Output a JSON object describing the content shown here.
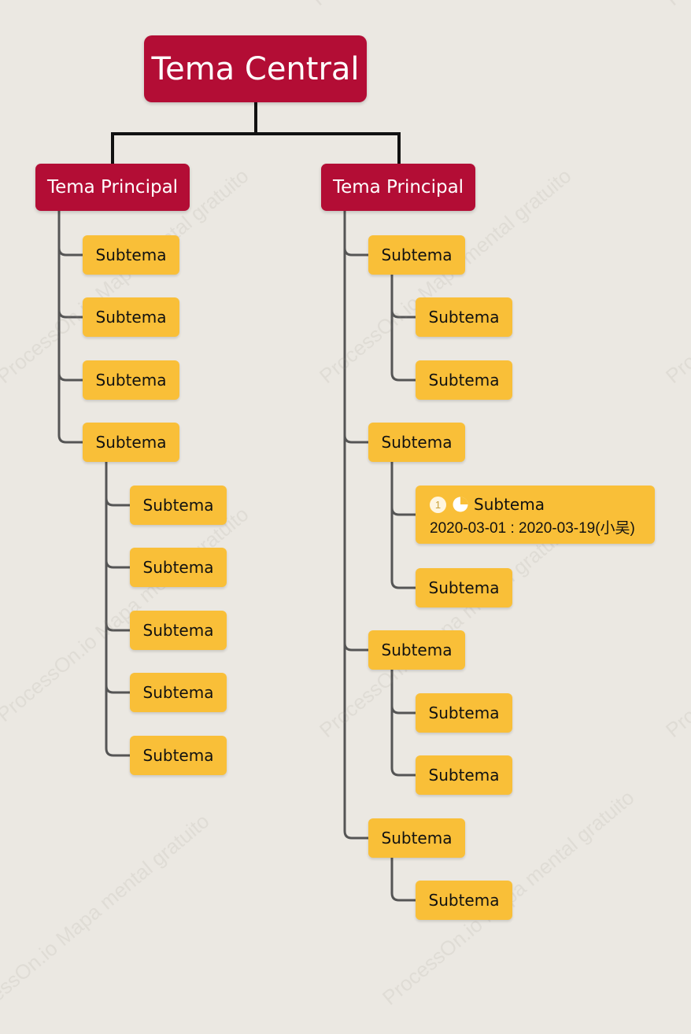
{
  "central": {
    "label": "Tema Central"
  },
  "main_left": {
    "label": "Tema Principal"
  },
  "main_right": {
    "label": "Tema Principal"
  },
  "subtopic_label": "Subtema",
  "rich_subtopic": {
    "priority": "1",
    "priority_icon": "priority-1-icon",
    "progress_icon": "progress-pie-icon",
    "progress": 0.75,
    "label": "Subtema",
    "date_range": "2020-03-01 : 2020-03-19(小吴)"
  },
  "watermark_text": "ProcessOn.io Mapa mental gratuito",
  "colors": {
    "background": "#ebe8e2",
    "main_topic": "#b30d35",
    "subtopic": "#f9bf38",
    "connector_main": "#111111",
    "connector_sub": "#555555"
  },
  "subtopics": [
    {
      "branch": "left",
      "depth": 1,
      "label": "Subtema"
    },
    {
      "branch": "left",
      "depth": 1,
      "label": "Subtema"
    },
    {
      "branch": "left",
      "depth": 1,
      "label": "Subtema"
    },
    {
      "branch": "left",
      "depth": 1,
      "label": "Subtema"
    },
    {
      "branch": "left",
      "depth": 2,
      "label": "Subtema"
    },
    {
      "branch": "left",
      "depth": 2,
      "label": "Subtema"
    },
    {
      "branch": "left",
      "depth": 2,
      "label": "Subtema"
    },
    {
      "branch": "left",
      "depth": 2,
      "label": "Subtema"
    },
    {
      "branch": "left",
      "depth": 2,
      "label": "Subtema"
    },
    {
      "branch": "right",
      "depth": 1,
      "label": "Subtema"
    },
    {
      "branch": "right",
      "depth": 2,
      "label": "Subtema"
    },
    {
      "branch": "right",
      "depth": 2,
      "label": "Subtema"
    },
    {
      "branch": "right",
      "depth": 1,
      "label": "Subtema"
    },
    {
      "branch": "right",
      "depth": 2,
      "label": "Subtema"
    },
    {
      "branch": "right",
      "depth": 1,
      "label": "Subtema"
    },
    {
      "branch": "right",
      "depth": 2,
      "label": "Subtema"
    },
    {
      "branch": "right",
      "depth": 2,
      "label": "Subtema"
    },
    {
      "branch": "right",
      "depth": 1,
      "label": "Subtema"
    },
    {
      "branch": "right",
      "depth": 2,
      "label": "Subtema"
    }
  ]
}
